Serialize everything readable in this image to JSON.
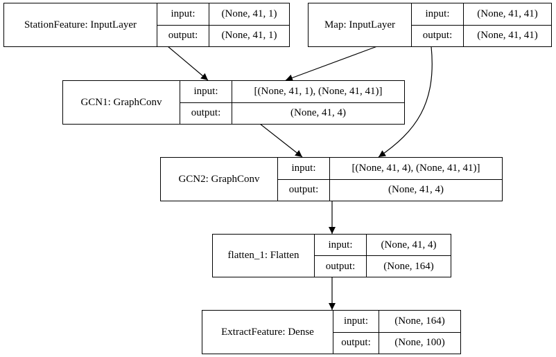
{
  "labels": {
    "input": "input:",
    "output": "output:"
  },
  "nodes": {
    "station_feature": {
      "name": "StationFeature: InputLayer",
      "input": "(None, 41, 1)",
      "output": "(None, 41, 1)"
    },
    "map": {
      "name": "Map: InputLayer",
      "input": "(None, 41, 41)",
      "output": "(None, 41, 41)"
    },
    "gcn1": {
      "name": "GCN1: GraphConv",
      "input": "[(None, 41, 1), (None, 41, 41)]",
      "output": "(None, 41, 4)"
    },
    "gcn2": {
      "name": "GCN2: GraphConv",
      "input": "[(None, 41, 4), (None, 41, 41)]",
      "output": "(None, 41, 4)"
    },
    "flatten_1": {
      "name": "flatten_1: Flatten",
      "input": "(None, 41, 4)",
      "output": "(None, 164)"
    },
    "extract_feature": {
      "name": "ExtractFeature: Dense",
      "input": "(None, 164)",
      "output": "(None, 100)"
    }
  },
  "edges": [
    {
      "from": "station_feature",
      "to": "gcn1"
    },
    {
      "from": "map",
      "to": "gcn1"
    },
    {
      "from": "map",
      "to": "gcn2"
    },
    {
      "from": "gcn1",
      "to": "gcn2"
    },
    {
      "from": "gcn2",
      "to": "flatten_1"
    },
    {
      "from": "flatten_1",
      "to": "extract_feature"
    }
  ]
}
